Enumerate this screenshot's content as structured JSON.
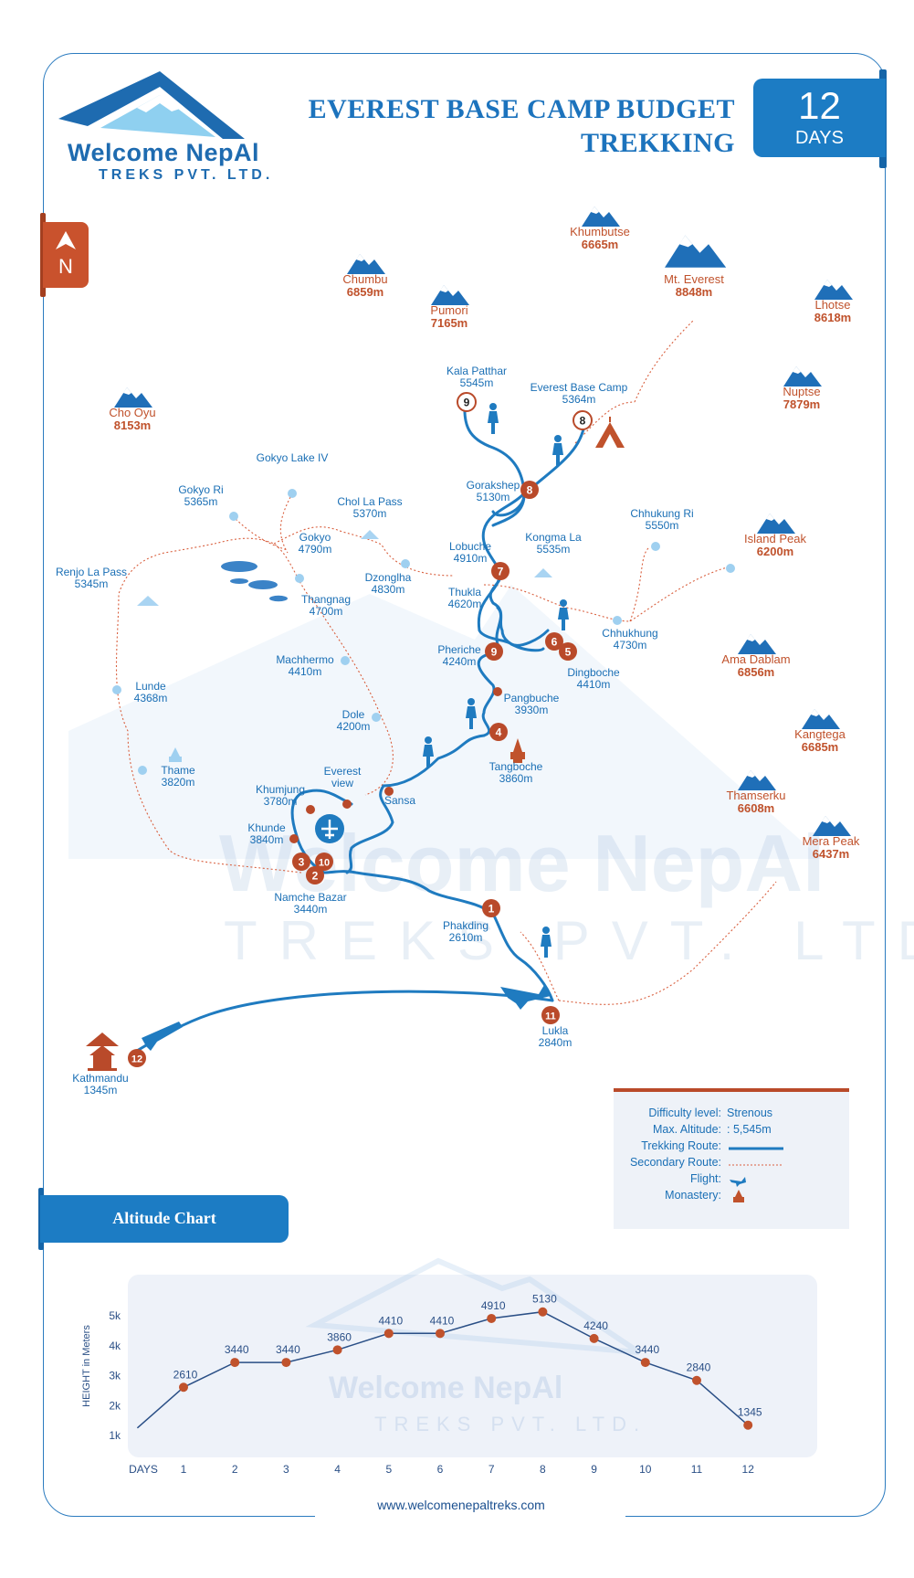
{
  "header": {
    "logo_name": "Welcome NepAl",
    "logo_sub": "TREKS PVT. LTD.",
    "title_line1": "EVEREST BASE CAMP BUDGET",
    "title_line2": "TREKKING",
    "days_number": "12",
    "days_label": "DAYS"
  },
  "compass": {
    "label": "N"
  },
  "watermark": {
    "name": "Welcome NepAl",
    "sub": "TREKS PVT. LTD."
  },
  "peaks": [
    {
      "name": "Khumbutse",
      "alt": "6665m"
    },
    {
      "name": "Chumbu",
      "alt": "6859m"
    },
    {
      "name": "Pumori",
      "alt": "7165m"
    },
    {
      "name": "Mt. Everest",
      "alt": "8848m"
    },
    {
      "name": "Lhotse",
      "alt": "8618m"
    },
    {
      "name": "Nuptse",
      "alt": "7879m"
    },
    {
      "name": "Cho Oyu",
      "alt": "8153m"
    },
    {
      "name": "Island Peak",
      "alt": "6200m"
    },
    {
      "name": "Ama Dablam",
      "alt": "6856m"
    },
    {
      "name": "Kangtega",
      "alt": "6685m"
    },
    {
      "name": "Thamserku",
      "alt": "6608m"
    },
    {
      "name": "Mera Peak",
      "alt": "6437m"
    }
  ],
  "places": [
    {
      "name": "Kala Patthar",
      "alt": "5545m"
    },
    {
      "name": "Everest Base Camp",
      "alt": "5364m"
    },
    {
      "name": "Gorakshep",
      "alt": "5130m"
    },
    {
      "name": "Gokyo Lake IV",
      "alt": ""
    },
    {
      "name": "Gokyo Ri",
      "alt": "5365m"
    },
    {
      "name": "Chol La Pass",
      "alt": "5370m"
    },
    {
      "name": "Gokyo",
      "alt": "4790m"
    },
    {
      "name": "Lobuche",
      "alt": "4910m"
    },
    {
      "name": "Kongma La",
      "alt": "5535m"
    },
    {
      "name": "Chhukung Ri",
      "alt": "5550m"
    },
    {
      "name": "Renjo La Pass",
      "alt": "5345m"
    },
    {
      "name": "Dzonglha",
      "alt": "4830m"
    },
    {
      "name": "Thangnag",
      "alt": "4700m"
    },
    {
      "name": "Thukla",
      "alt": "4620m"
    },
    {
      "name": "Chhukhung",
      "alt": "4730m"
    },
    {
      "name": "Pheriche",
      "alt": "4240m"
    },
    {
      "name": "Dingboche",
      "alt": "4410m"
    },
    {
      "name": "Machhermo",
      "alt": "4410m"
    },
    {
      "name": "Lunde",
      "alt": "4368m"
    },
    {
      "name": "Pangbuche",
      "alt": "3930m"
    },
    {
      "name": "Dole",
      "alt": "4200m"
    },
    {
      "name": "Tangboche",
      "alt": "3860m"
    },
    {
      "name": "Thame",
      "alt": "3820m"
    },
    {
      "name": "Everest",
      "alt": "view"
    },
    {
      "name": "Khumjung",
      "alt": "3780m"
    },
    {
      "name": "Sansa",
      "alt": ""
    },
    {
      "name": "Khunde",
      "alt": "3840m"
    },
    {
      "name": "Namche Bazar",
      "alt": "3440m"
    },
    {
      "name": "Phakding",
      "alt": "2610m"
    },
    {
      "name": "Lukla",
      "alt": "2840m"
    },
    {
      "name": "Kathmandu",
      "alt": "1345m"
    }
  ],
  "stops": [
    "1",
    "2",
    "3",
    "10",
    "4",
    "5",
    "6",
    "7",
    "8",
    "8",
    "9",
    "9",
    "11",
    "12"
  ],
  "legend": {
    "difficulty_label": "Difficulty level:",
    "difficulty_value": "Strenous",
    "altitude_label": "Max. Altitude:",
    "altitude_value": ": 5,545m",
    "trek_label": "Trekking Route:",
    "secondary_label": "Secondary Route:",
    "flight_label": "Flight:",
    "monastery_label": "Monastery:",
    "route_color": "#1f7bc0",
    "secondary_color": "#d9603f"
  },
  "altitude_tab": "Altitude Chart",
  "chart_data": {
    "type": "line",
    "title": "Altitude Chart",
    "xlabel": "DAYS",
    "ylabel": "HEIGHT in Meters",
    "x": [
      1,
      2,
      3,
      4,
      5,
      6,
      7,
      8,
      9,
      10,
      11,
      12
    ],
    "series": [
      {
        "values": [
          2610,
          3440,
          3440,
          3860,
          4410,
          4410,
          4910,
          5130,
          4240,
          3440,
          2840,
          1345
        ]
      }
    ],
    "y_ticks": [
      "1k",
      "2k",
      "3k",
      "4k",
      "5k"
    ],
    "ylim": [
      1000,
      5000
    ],
    "grid": false,
    "line_color": "#2a4f86",
    "marker_color": "#c0522c"
  },
  "footer": {
    "url": "www.welcomenepaltreks.com"
  }
}
